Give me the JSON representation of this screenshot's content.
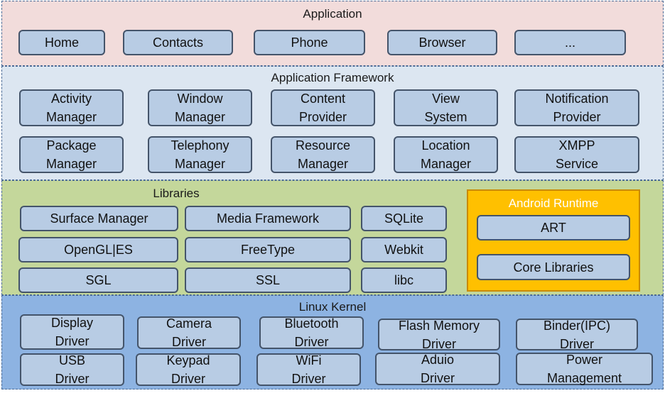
{
  "colors": {
    "application_bg": "#f2dcdb",
    "framework_bg": "#dce6f1",
    "libraries_bg": "#c4d79b",
    "kernel_bg": "#8db3e2",
    "box_fill": "#b8cce4",
    "box_border": "#44546a",
    "runtime_bg": "#ffc000"
  },
  "application": {
    "title": "Application",
    "items": [
      {
        "line1": "Home"
      },
      {
        "line1": "Contacts"
      },
      {
        "line1": "Phone"
      },
      {
        "line1": "Browser"
      },
      {
        "line1": "..."
      }
    ]
  },
  "framework": {
    "title": "Application Framework",
    "items": [
      {
        "line1": "Activity",
        "line2": "Manager"
      },
      {
        "line1": "Window",
        "line2": "Manager"
      },
      {
        "line1": "Content",
        "line2": "Provider"
      },
      {
        "line1": "View",
        "line2": "System"
      },
      {
        "line1": "Notification",
        "line2": "Provider"
      },
      {
        "line1": "Package",
        "line2": "Manager"
      },
      {
        "line1": "Telephony",
        "line2": "Manager"
      },
      {
        "line1": "Resource",
        "line2": "Manager"
      },
      {
        "line1": "Location",
        "line2": "Manager"
      },
      {
        "line1": "XMPP",
        "line2": "Service"
      }
    ]
  },
  "libraries": {
    "title": "Libraries",
    "items": [
      {
        "line1": "Surface Manager"
      },
      {
        "line1": "Media Framework"
      },
      {
        "line1": "SQLite"
      },
      {
        "line1": "OpenGL|ES"
      },
      {
        "line1": "FreeType"
      },
      {
        "line1": "Webkit"
      },
      {
        "line1": "SGL"
      },
      {
        "line1": "SSL"
      },
      {
        "line1": "libc"
      }
    ]
  },
  "runtime": {
    "title": "Android Runtime",
    "items": [
      {
        "line1": "ART"
      },
      {
        "line1": "Core Libraries"
      }
    ]
  },
  "kernel": {
    "title": "Linux Kernel",
    "items": [
      {
        "line1": "Display",
        "line2": "Driver"
      },
      {
        "line1": "Camera",
        "line2": "Driver"
      },
      {
        "line1": "Bluetooth",
        "line2": "Driver"
      },
      {
        "line1": "Flash Memory",
        "line2": "Driver"
      },
      {
        "line1": "Binder(IPC)",
        "line2": "Driver"
      },
      {
        "line1": "USB",
        "line2": "Driver"
      },
      {
        "line1": "Keypad",
        "line2": "Driver"
      },
      {
        "line1": "WiFi",
        "line2": "Driver"
      },
      {
        "line1": "Aduio",
        "line2": "Driver"
      },
      {
        "line1": "Power",
        "line2": "Management"
      }
    ]
  }
}
